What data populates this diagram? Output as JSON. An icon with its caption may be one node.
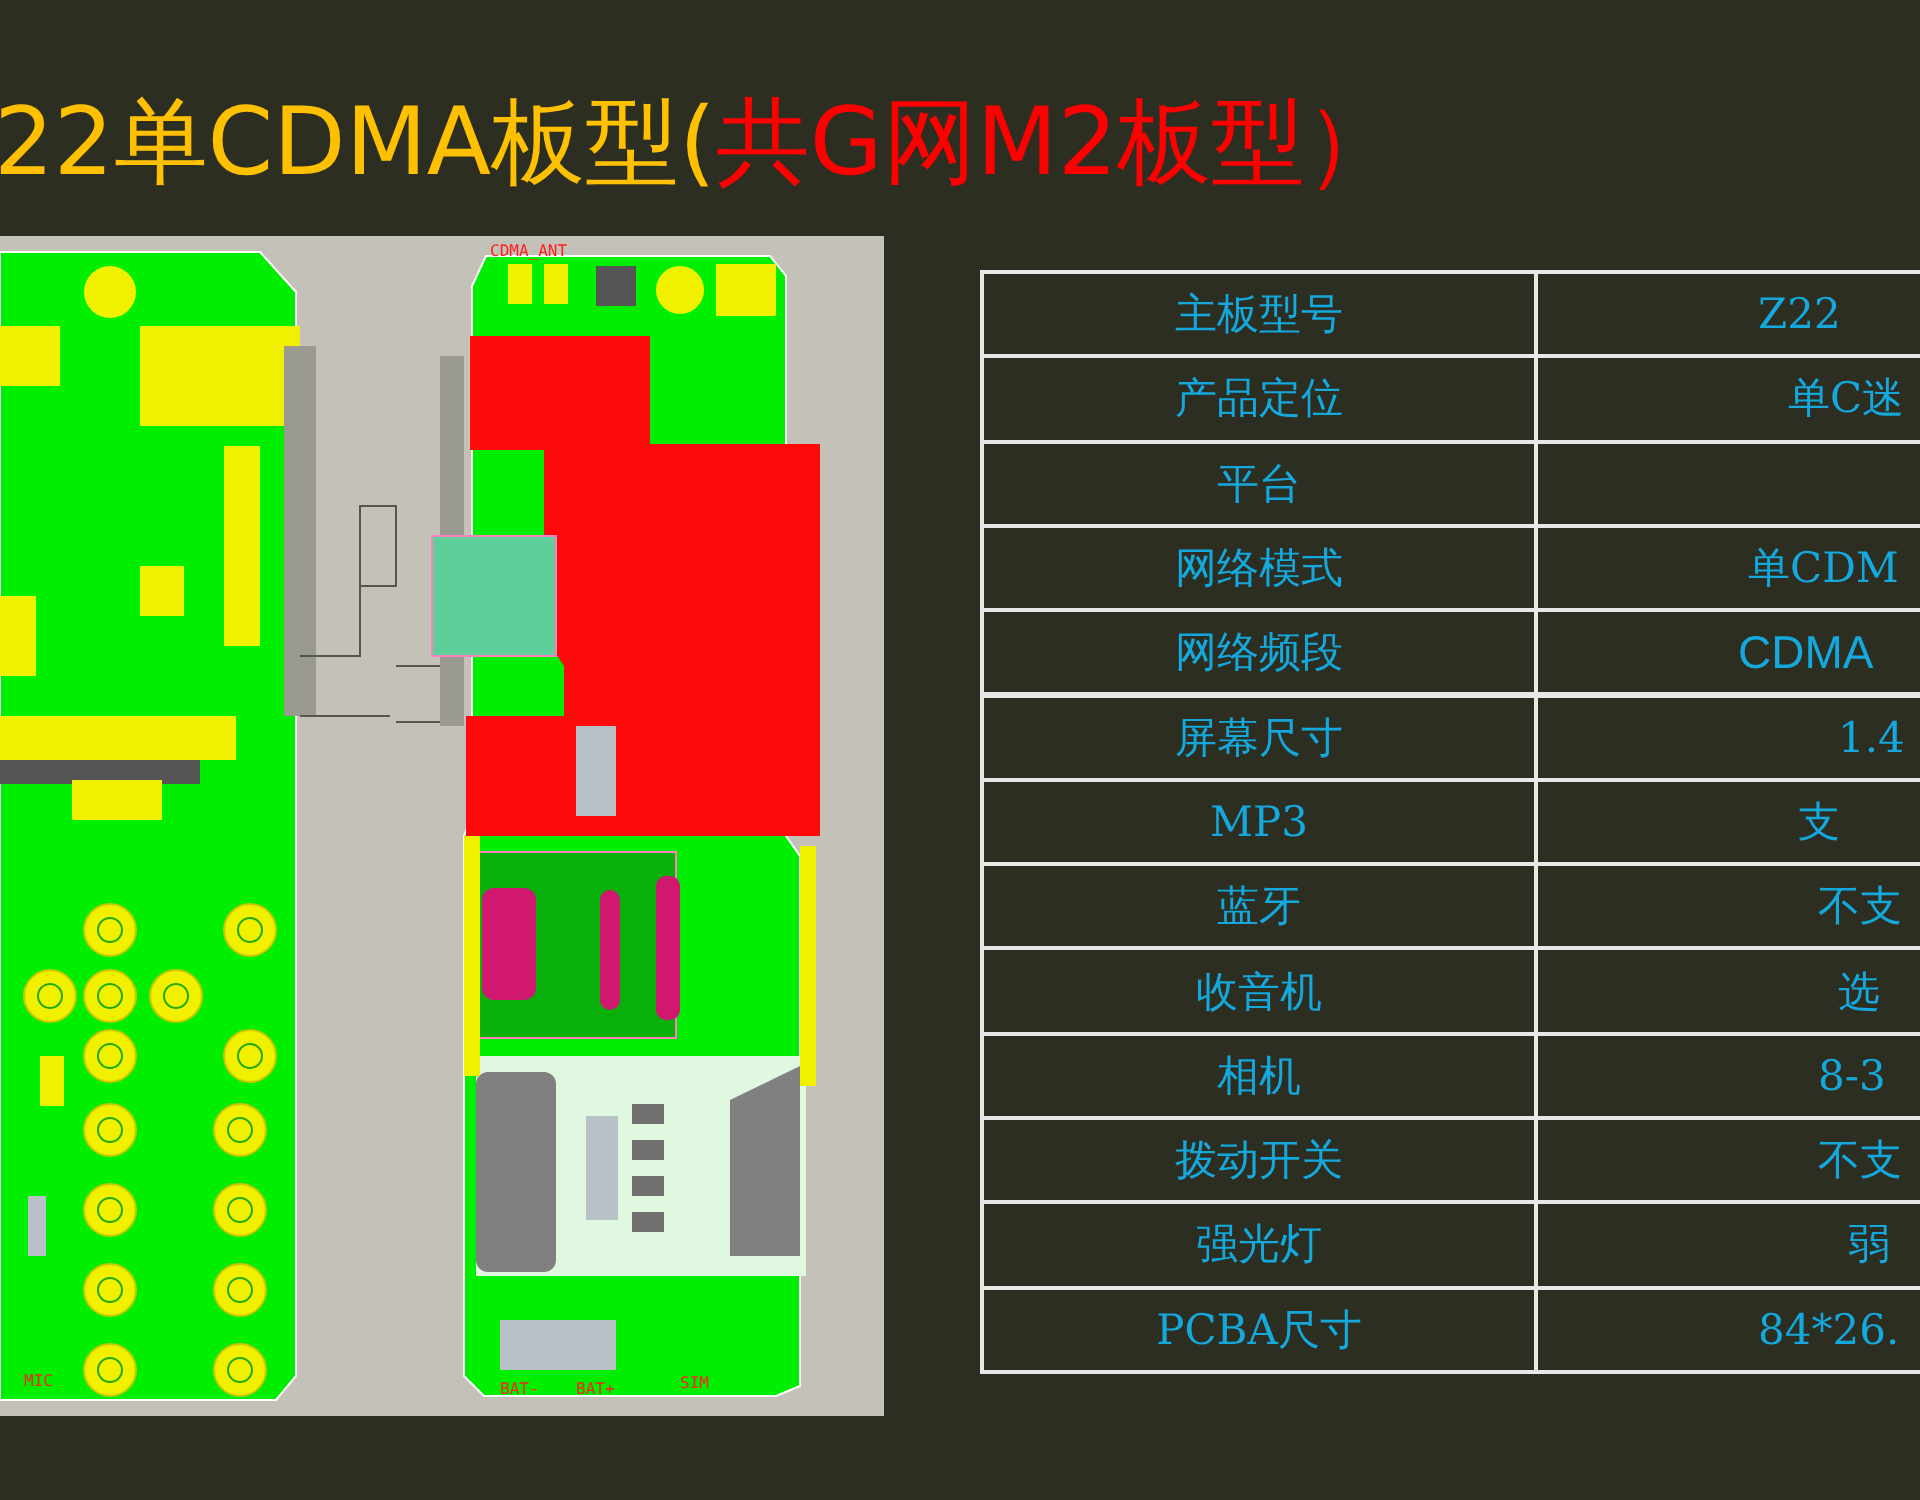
{
  "diagram": {
    "title": "22单CDMA板型(",
    "labels": [
      "共G网M2板型）",
      "CDMA_ANT",
      "MIC",
      "BAT-",
      "BAT+",
      "SIM",
      "主板型号",
      "Z22",
      "产品定位",
      "单C迷",
      "平台",
      "网络模式",
      "单CDM",
      "网络频段",
      "CDMA",
      "屏幕尺寸",
      "1.4",
      "MP3",
      "支",
      "蓝牙",
      "不支",
      "收音机",
      "选",
      "相机",
      "8-3",
      "拨动开关",
      "不支",
      "强光灯",
      "弱",
      "PCBA尺寸",
      "84*26."
    ]
  }
}
